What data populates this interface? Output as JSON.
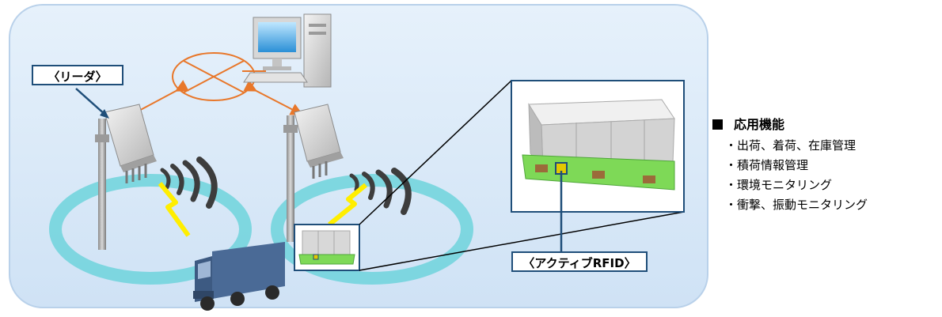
{
  "labels": {
    "reader": "〈リーダ〉",
    "active_rfid": "〈アクティブRFID〉"
  },
  "features": {
    "heading": "応用機能",
    "items": [
      "出荷、着荷、在庫管理",
      "積荷情報管理",
      "環境モニタリング",
      "衝撃、振動モニタリング"
    ]
  },
  "colors": {
    "panel_bg": "#dbeaf8",
    "panel_border": "#b9d1ea",
    "ellipse": "#6fd3dc",
    "network": "#e8772a",
    "signal": "#ffee00",
    "pallet": "#7ed957",
    "truck": "#4a6a96",
    "callout_border": "#1f4e79"
  }
}
